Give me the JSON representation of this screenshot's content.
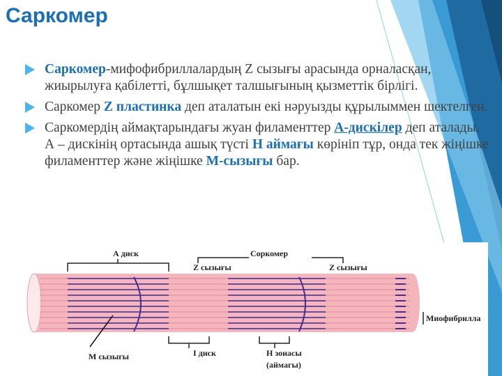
{
  "title": "Саркомер",
  "bullets": [
    {
      "parts": [
        {
          "t": "Саркомер",
          "hl": true
        },
        {
          "t": "-мифофибриллалардың Z сызығы арасында орналасқан, жиырылуға қабілетті, бұлшықет талшығының қызметтік бірлігі."
        }
      ]
    },
    {
      "parts": [
        {
          "t": "Саркомер "
        },
        {
          "t": "Z пластинка",
          "hl": true
        },
        {
          "t": " деп аталатын  екі нәруызды құрылыммен шектелген."
        }
      ]
    },
    {
      "parts": [
        {
          "t": "Саркомердің аймақтарындағы жуан филаменттер "
        },
        {
          "t": "А-дискілер",
          "hl": true,
          "u": true
        },
        {
          "t": "  деп аталады.  А – дискінің ортасында ашық түсті "
        },
        {
          "t": "Н аймағы",
          "hl": true
        },
        {
          "t": " көрініп тұр, онда тек жіңішке филаменттер және жіңішке  "
        },
        {
          "t": "М-сызығы",
          "hl": true
        },
        {
          "t": " бар."
        }
      ]
    }
  ],
  "diagram": {
    "a_disk": "А диск",
    "sarcomere": "Соркомер",
    "z_line_left": "Z сызығы",
    "z_line_right": "Z сызығы",
    "myofibril": "Миофибрилла",
    "m_line": "М сызыгы",
    "i_disk": "I диск",
    "h_zone_1": "Н зонасы",
    "h_zone_2": "(аймагы)"
  },
  "colors": {
    "accent": "#1d6fb3",
    "bullet": "#4fb4e8",
    "fiber": "#f4b6bc",
    "filament": "#5a3d8f"
  }
}
